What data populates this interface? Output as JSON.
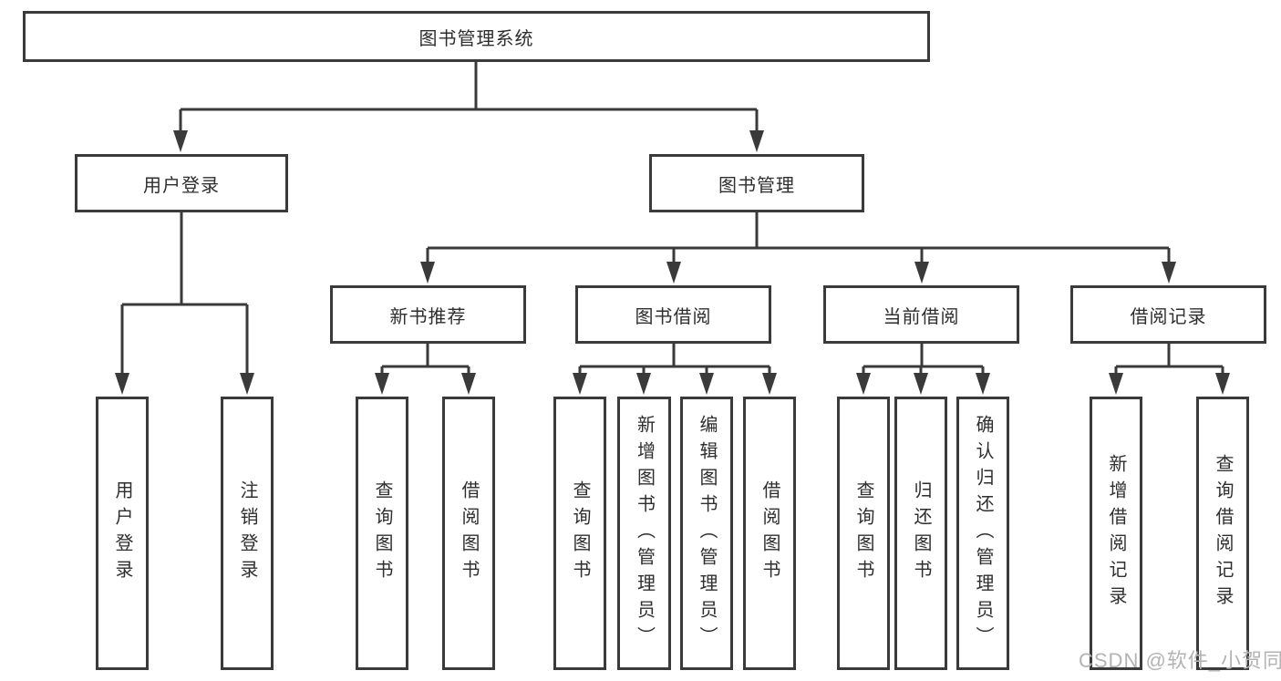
{
  "tree": {
    "label": "图书管理系统",
    "children": [
      {
        "label": "用户登录",
        "children": [
          {
            "label": "用户登录"
          },
          {
            "label": "注销登录"
          }
        ]
      },
      {
        "label": "图书管理",
        "children": [
          {
            "label": "新书推荐",
            "children": [
              {
                "label": "查询图书"
              },
              {
                "label": "借阅图书"
              }
            ]
          },
          {
            "label": "图书借阅",
            "children": [
              {
                "label": "查询图书"
              },
              {
                "label": "新增图书（管理员）"
              },
              {
                "label": "编辑图书（管理员）"
              },
              {
                "label": "借阅图书"
              }
            ]
          },
          {
            "label": "当前借阅",
            "children": [
              {
                "label": "查询图书"
              },
              {
                "label": "归还图书"
              },
              {
                "label": "确认归还（管理员）"
              }
            ]
          },
          {
            "label": "借阅记录",
            "children": [
              {
                "label": "新增借阅记录"
              },
              {
                "label": "查询借阅记录"
              }
            ]
          }
        ]
      }
    ]
  },
  "watermark": {
    "text": "CSDN @软件_小贺同学"
  },
  "colors": {
    "line": "#3a3a3a",
    "text": "#2e2e2e",
    "watermark": "#b3b3b3",
    "background": "#ffffff"
  }
}
